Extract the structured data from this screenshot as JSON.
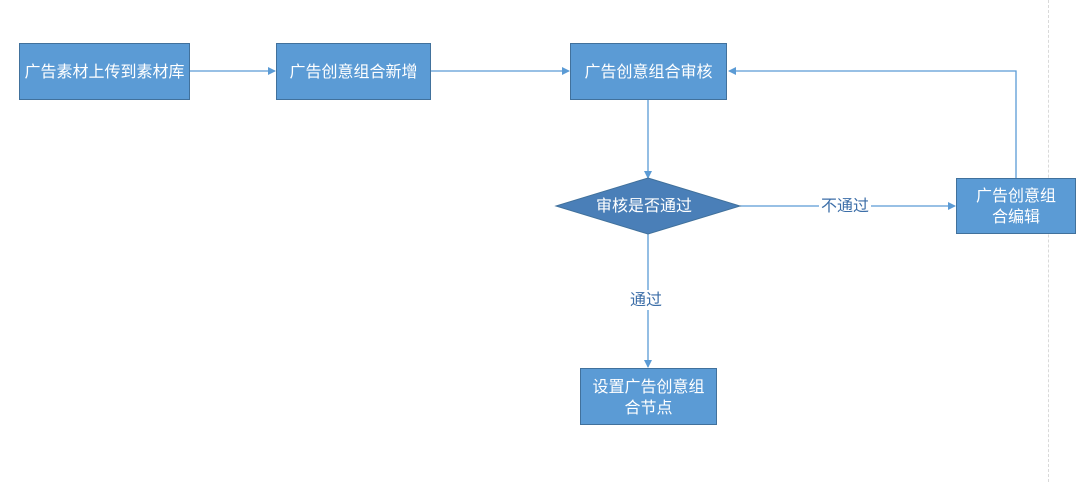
{
  "diagram": {
    "nodes": {
      "upload": {
        "label": "广告素材上传到素材库"
      },
      "add": {
        "label": "广告创意组合新增"
      },
      "review": {
        "label": "广告创意组合审核"
      },
      "decision": {
        "label": "审核是否通过"
      },
      "edit": {
        "label": "广告创意组合编辑"
      },
      "set_node": {
        "label": "设置广告创意组合节点"
      }
    },
    "edges": {
      "fail": {
        "label": "不通过"
      },
      "pass": {
        "label": "通过"
      }
    },
    "colors": {
      "node_fill": "#5b9bd5",
      "node_border": "#41719c",
      "decision_fill": "#4a7fb8",
      "connector": "#5b9bd5",
      "edge_text": "#3c6ea8"
    }
  }
}
